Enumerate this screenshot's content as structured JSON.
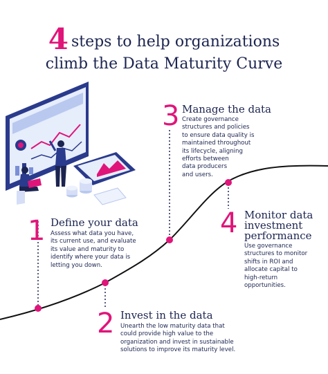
{
  "title": {
    "number": "4",
    "line1_rest": "steps to help organizations",
    "line2": "climb the Data Maturity Curve"
  },
  "steps": [
    {
      "number": "1",
      "heading": "Define your data",
      "body": "Assess what data you have,\nits current use, and evaluate\nits value and maturity to\nidentify where your data is\nletting you down."
    },
    {
      "number": "2",
      "heading": "Invest in the data",
      "body": "Unearth the low maturity data that\ncould provide high value to the\norganization and invest in sustainable\nsolutions to improve its maturity level."
    },
    {
      "number": "3",
      "heading": "Manage the data",
      "body": "Create governance\nstructures and policies\nto ensure data quality is\nmaintained throughout\nits lifecycle, aligning\nefforts between\ndata producers\nand users."
    },
    {
      "number": "4",
      "heading_line1": "Monitor data",
      "heading_line2": "investment",
      "heading_line3": "performance",
      "body": "Use governance\nstructures to monitor\nshifts in ROI and\nallocate capital to\nhigh-return\nopportunities."
    }
  ],
  "colors": {
    "accent": "#e0157a",
    "navy": "#1b2450",
    "curve": "#111111"
  }
}
